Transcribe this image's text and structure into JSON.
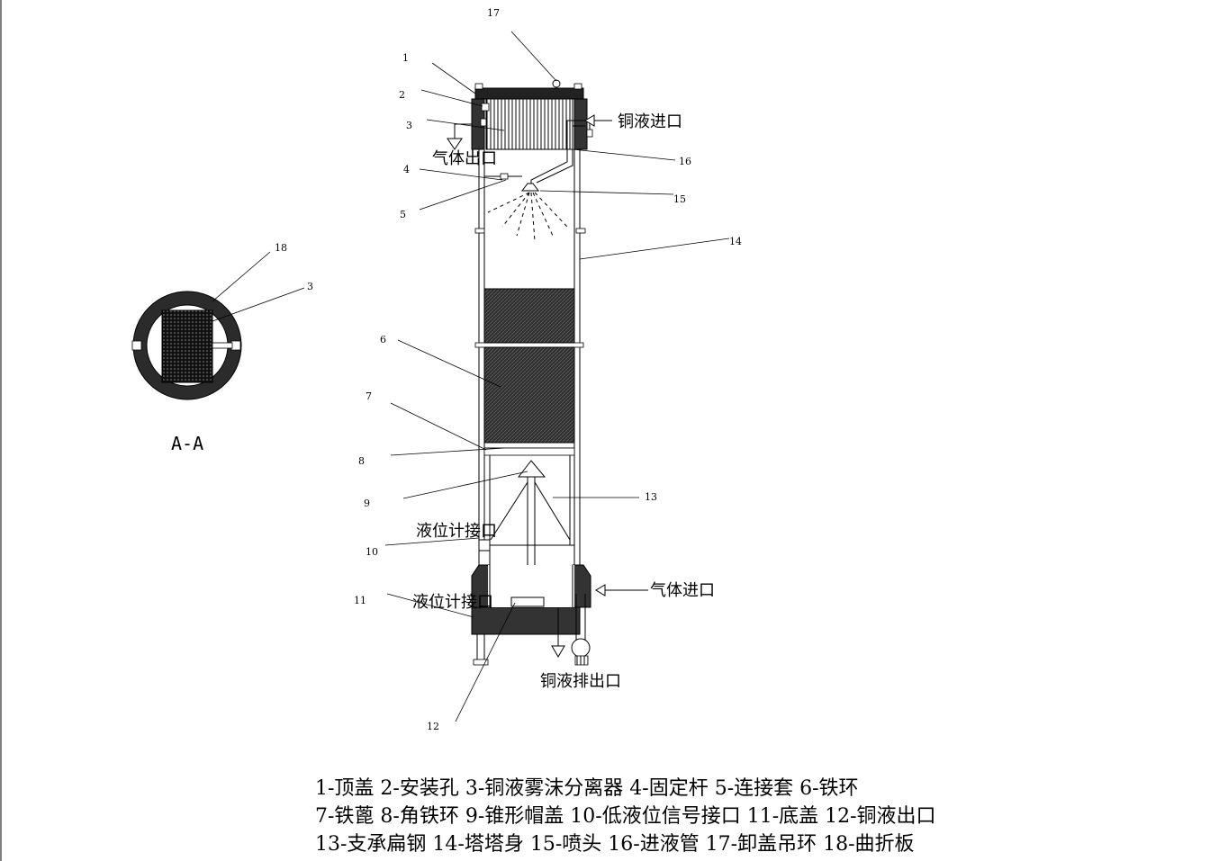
{
  "callouts": {
    "c1": "1",
    "c2": "2",
    "c3": "3",
    "c4": "4",
    "c5": "5",
    "c6": "6",
    "c7": "7",
    "c8": "8",
    "c9": "9",
    "c10": "10",
    "c11": "11",
    "c12": "12",
    "c13": "13",
    "c14": "14",
    "c15": "15",
    "c16": "16",
    "c17": "17",
    "c18": "18",
    "c3b": "3"
  },
  "ports": {
    "copper_liquid_inlet": "铜液进口",
    "gas_outlet": "气体出口",
    "level_gauge_upper": "液位计接口",
    "level_gauge_lower": "液位计接口",
    "gas_inlet": "气体进口",
    "copper_liquid_drain": "铜液排出口"
  },
  "section_label": "A-A",
  "legend": {
    "line1": "1-顶盖 2-安装孔 3-铜液雾沫分离器 4-固定杆 5-连接套 6-铁环",
    "line2": "7-铁蓖 8-角铁环 9-锥形帽盖 10-低液位信号接口 11-底盖 12-铜液出口",
    "line3": "13-支承扁钢 14-塔塔身 15-喷头 16-进液管 17-卸盖吊环 18-曲折板"
  },
  "colors": {
    "line": "#000000",
    "hatch": "#3a3a3a",
    "background": "#ffffff"
  }
}
